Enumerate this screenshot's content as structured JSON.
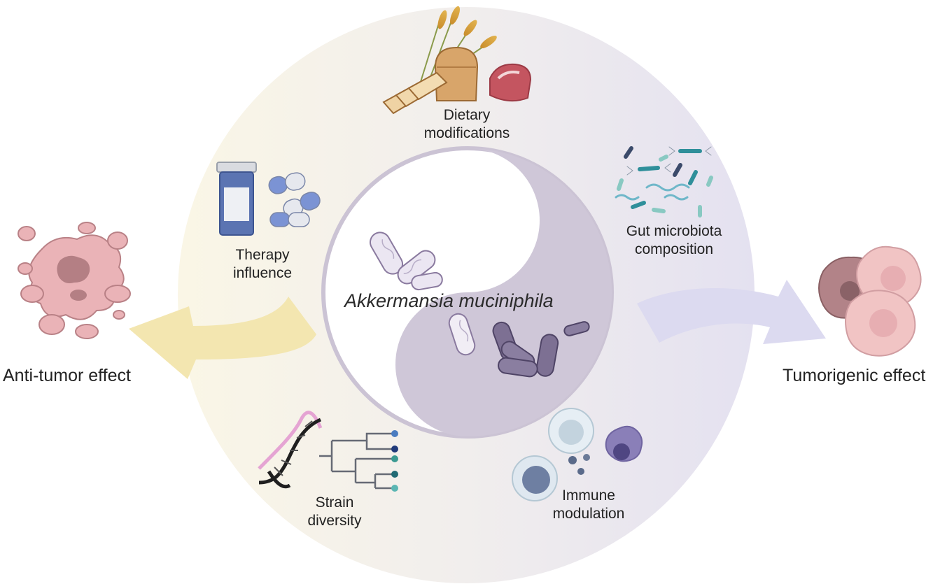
{
  "center": {
    "label": "Akkermansia muciniphila"
  },
  "factors": {
    "dietary": {
      "line1": "Dietary",
      "line2": "modifications"
    },
    "therapy": {
      "line1": "Therapy",
      "line2": "influence"
    },
    "microbiota": {
      "line1": "Gut microbiota",
      "line2": "composition"
    },
    "strain": {
      "line1": "Strain",
      "line2": "diversity"
    },
    "immune": {
      "line1": "Immune",
      "line2": "modulation"
    }
  },
  "effects": {
    "anti_tumor": {
      "label": "Anti-tumor effect"
    },
    "tumorigenic": {
      "label": "Tumorigenic effect"
    }
  },
  "colors": {
    "yellow_arrow": "#f3e6b0",
    "purple_arrow": "#dcdaf0",
    "yin_purple": "#cfc7d8",
    "bacteria_light": "#e7e2ef",
    "bacteria_dark": "#7c6f93",
    "tumor_pink": "#eab3b7",
    "tumor_dark": "#8f6767"
  }
}
